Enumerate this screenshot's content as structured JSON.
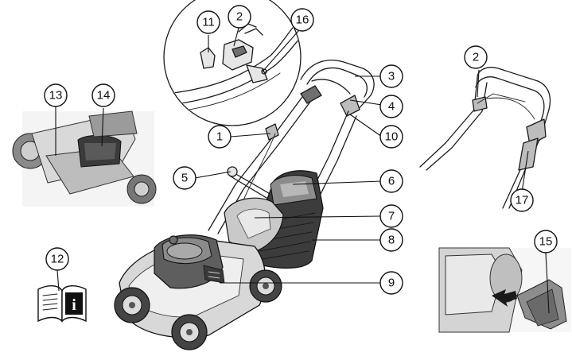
{
  "callouts": {
    "c1": "1",
    "c2": "2",
    "c3": "3",
    "c4": "4",
    "c5": "5",
    "c6": "6",
    "c7": "7",
    "c8": "8",
    "c9": "9",
    "c10": "10",
    "c11": "11",
    "c12": "12",
    "c13": "13",
    "c14": "14",
    "c15": "15",
    "c16": "16",
    "c17": "17",
    "detail_c2": "2"
  },
  "manual_icon": {
    "glyph": "i"
  }
}
